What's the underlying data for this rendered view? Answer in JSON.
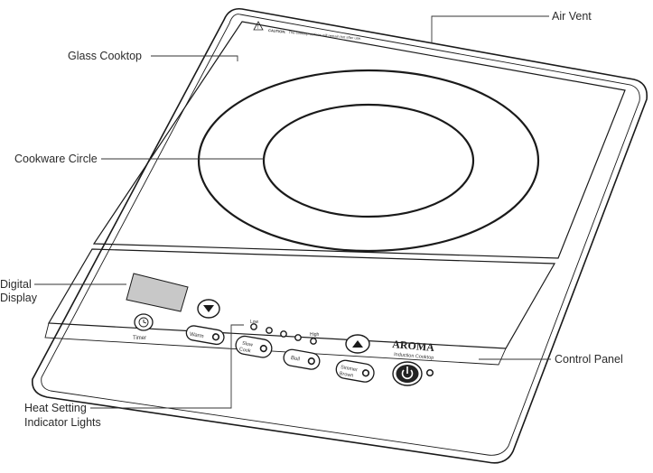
{
  "labels": {
    "air_vent": "Air Vent",
    "glass_cooktop": "Glass Cooktop",
    "cookware_circle": "Cookware Circle",
    "digital_display_line1": "Digital",
    "digital_display_line2": "Display",
    "control_panel": "Control Panel",
    "heat_indicator_line1": "Heat Setting",
    "heat_indicator_line2": "Indicator Lights"
  },
  "caution": {
    "prefix": "CAUTION:",
    "text": "The cooktop surface will remain hot after use."
  },
  "controls": {
    "timer": "Timer",
    "warm": "Warm",
    "slow_cook_1": "Slow",
    "slow_cook_2": "Cook",
    "boil": "Boil",
    "simmer_1": "Simmer",
    "simmer_2": "Brown",
    "low": "Low",
    "high": "High"
  },
  "brand": {
    "name": "AROMA",
    "subtitle": "Induction Cooktop"
  },
  "colors": {
    "line": "#1a1a1a",
    "display_fill": "#c8c8c8",
    "callout_text": "#2b2b2b"
  }
}
